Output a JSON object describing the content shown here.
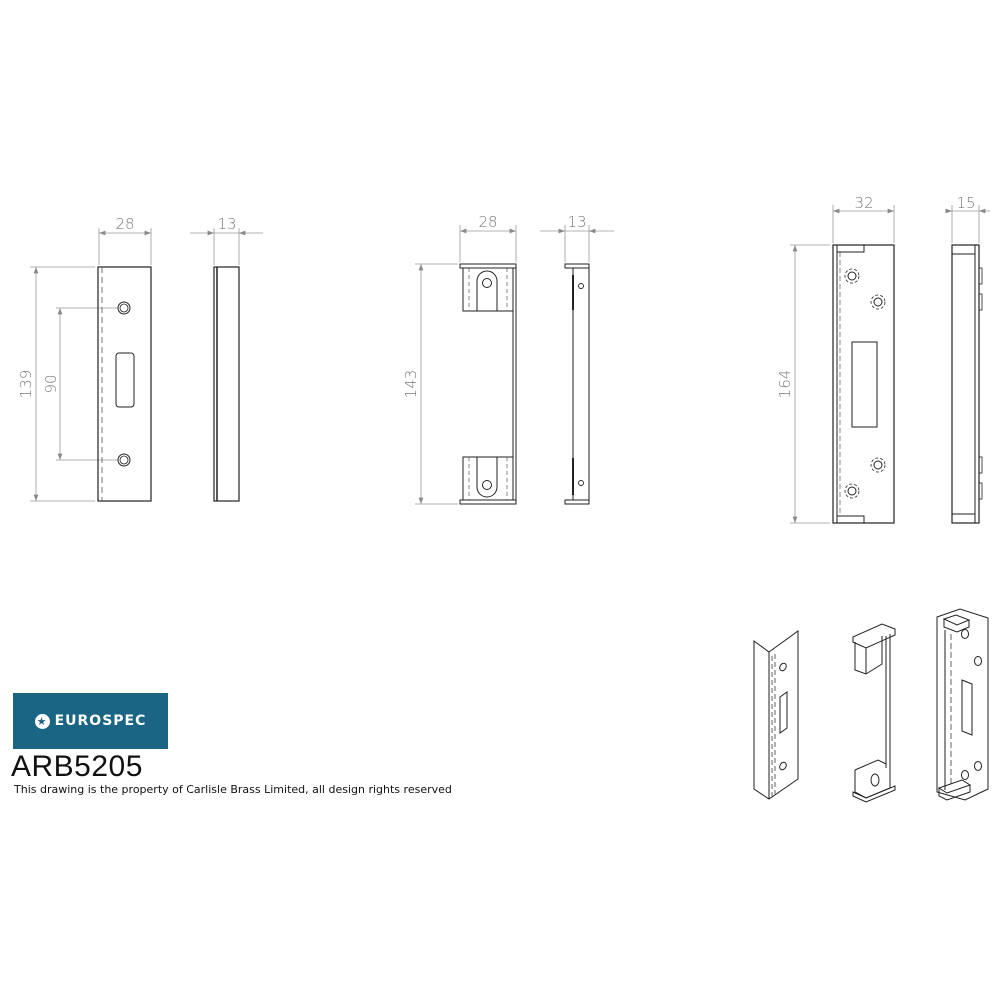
{
  "product": {
    "code": "ARB5205",
    "copyright": "This drawing is the property of Carlisle Brass Limited, all design rights reserved"
  },
  "brand": {
    "name": "EUROSPEC",
    "logo_icon": "star-circle-icon",
    "color": "#1b6584"
  },
  "views": {
    "part1": {
      "front": {
        "width_label": "28",
        "height_label": "139",
        "hole_spacing_label": "90"
      },
      "side": {
        "depth_label": "13"
      }
    },
    "part2": {
      "front": {
        "width_label": "28",
        "height_label": "143"
      },
      "side": {
        "depth_label": "13"
      }
    },
    "part3": {
      "front": {
        "width_label": "32",
        "height_label": "164"
      },
      "side": {
        "depth_label": "15"
      }
    }
  }
}
